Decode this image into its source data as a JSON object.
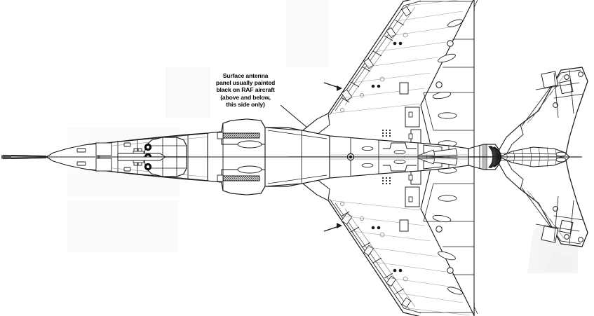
{
  "drawing": {
    "subject": "twin-engine swept-wing jet aircraft plan view",
    "view": "top plan view (upper half) mirrored to lower half",
    "orientation": "nose left, tail right",
    "background_color": "#ffffff",
    "line_color": "#1a1a1a",
    "panel_line_color": "#8a8a8a",
    "fill_color": "#ffffff",
    "shade_color": "#f2f2f2"
  },
  "annotation": {
    "text": "Surface antenna\npanel usually painted\nblack on RAF aircraft\n(above and below,\nthis side only)",
    "lines": [
      "Surface antenna",
      "panel usually painted",
      "black on RAF aircraft",
      "(above and below,",
      "this side only)"
    ],
    "color": "#000000",
    "align": "center",
    "leader_from": [
      404,
      152
    ],
    "leader_to": [
      438,
      180
    ]
  },
  "features": {
    "nose_probe": "pitot-probe",
    "radome": "nose-radome",
    "canopy": "tandem-cockpit-canopy",
    "seats": 2,
    "intakes": 2,
    "antenna_panels": "hatched-surface-antenna-panel",
    "engines": 2,
    "exhaust_nozzles": "twin-ribbed-afterburner-nozzles",
    "wings": "shoulder-mounted-swept-wing",
    "tailplane": "swept-all-moving-tailplane",
    "tail_cone": "tail-cone-fairing"
  },
  "colors": {
    "ink": "#1a1a1a",
    "panel": "#8a8a8a",
    "faint": "#c9c9c9",
    "smudge": "#ededed",
    "dark": "#111111"
  }
}
